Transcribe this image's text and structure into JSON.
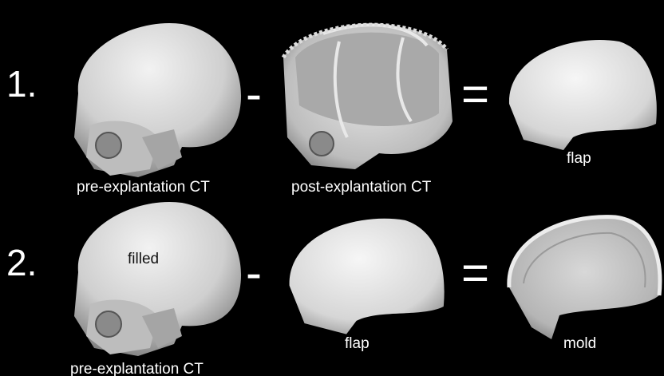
{
  "rows": [
    {
      "step": "1.",
      "operator_minus": "-",
      "operator_equals": "=",
      "items": [
        {
          "name": "skull-intact",
          "label": "pre-explantation CT"
        },
        {
          "name": "skull-open",
          "label": "post-explantation CT"
        },
        {
          "name": "bone-flap",
          "label": "flap"
        }
      ]
    },
    {
      "step": "2.",
      "operator_minus": "-",
      "operator_equals": "=",
      "items": [
        {
          "name": "skull-filled",
          "label": "pre-explantation CT",
          "overlay": "filled"
        },
        {
          "name": "bone-flap",
          "label": "flap"
        },
        {
          "name": "mold",
          "label": "mold"
        }
      ]
    }
  ],
  "colors": {
    "background": "#000000",
    "bone": "#dcdcdc",
    "text": "#ffffff"
  }
}
